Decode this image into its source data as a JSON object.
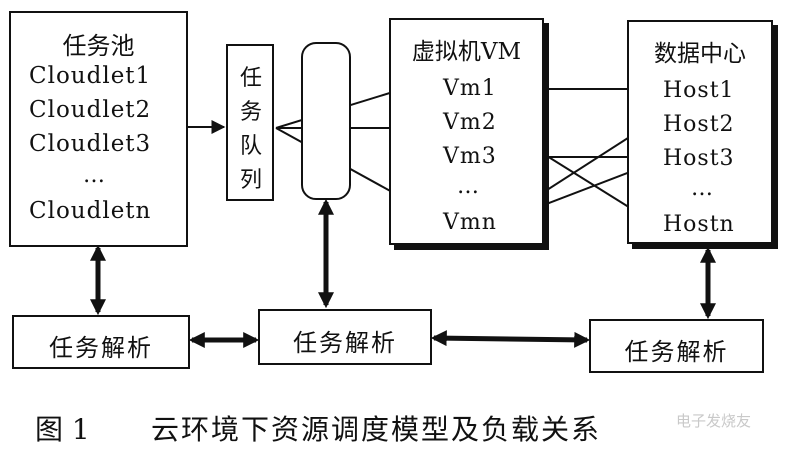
{
  "task_pool": {
    "title": "任务池",
    "items": [
      "Cloudlet1",
      "Cloudlet2",
      "Cloudlet3",
      "…",
      "Cloudletn"
    ]
  },
  "task_queue": {
    "label_chars": [
      "任",
      "务",
      "队",
      "列"
    ]
  },
  "vm_box": {
    "title": "虚拟机VM",
    "items": [
      "Vm1",
      "Vm2",
      "Vm3",
      "…",
      "Vmn"
    ]
  },
  "datacenter": {
    "title": "数据中心",
    "items": [
      "Host1",
      "Host2",
      "Host3",
      "…",
      "Hostn"
    ]
  },
  "parsers": {
    "left": "任务解析",
    "middle": "任务解析",
    "right": "任务解析"
  },
  "caption": {
    "figure_no": "图 1",
    "text": "云环境下资源调度模型及负载关系"
  },
  "watermark": "电子发烧友"
}
